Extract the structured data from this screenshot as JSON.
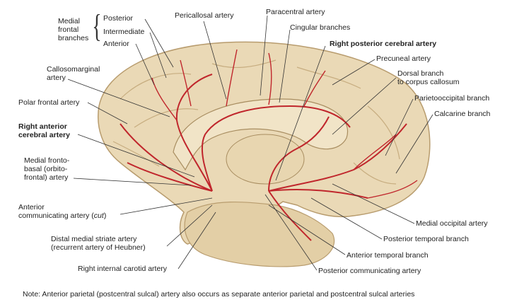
{
  "labels": {
    "medial_frontal": "Medial\nfrontal\nbranches",
    "posterior": "Posterior",
    "intermediate": "Intermediate",
    "anterior": "Anterior",
    "pericallosal": "Pericallosal artery",
    "paracentral": "Paracentral artery",
    "cingular": "Cingular branches",
    "right_posterior_cerebral": "Right posterior cerebral artery",
    "precuneal": "Precuneal artery",
    "dorsal_branch": "Dorsal branch\nto corpus callosum",
    "parietooccipital": "Parietooccipital branch",
    "calcarine": "Calcarine branch",
    "callosomarginal": "Callosomarginal\nartery",
    "polar_frontal": "Polar frontal artery",
    "right_anterior_cerebral": "Right anterior\ncerebral artery",
    "medial_frontobasal": "Medial fronto-\nbasal (orbito-\nfrontal) artery",
    "anterior_communicating": "Anterior\ncommunicating artery (cut)",
    "distal_medial_striate": "Distal medial striate artery\n(recurrent artery of Heubner)",
    "right_internal_carotid": "Right internal carotid artery",
    "medial_occipital": "Medial occipital artery",
    "posterior_temporal": "Posterior temporal branch",
    "anterior_temporal": "Anterior temporal branch",
    "posterior_communicating": "Posterior communicating artery"
  },
  "note": "Note: Anterior parietal (postcentral sulcal) artery also occurs as separate anterior parietal and postcentral sulcal arteries",
  "colors": {
    "brain": "#ead9b6",
    "brain_shade": "#cdb58c",
    "artery": "#c0262c",
    "line": "#333333"
  }
}
